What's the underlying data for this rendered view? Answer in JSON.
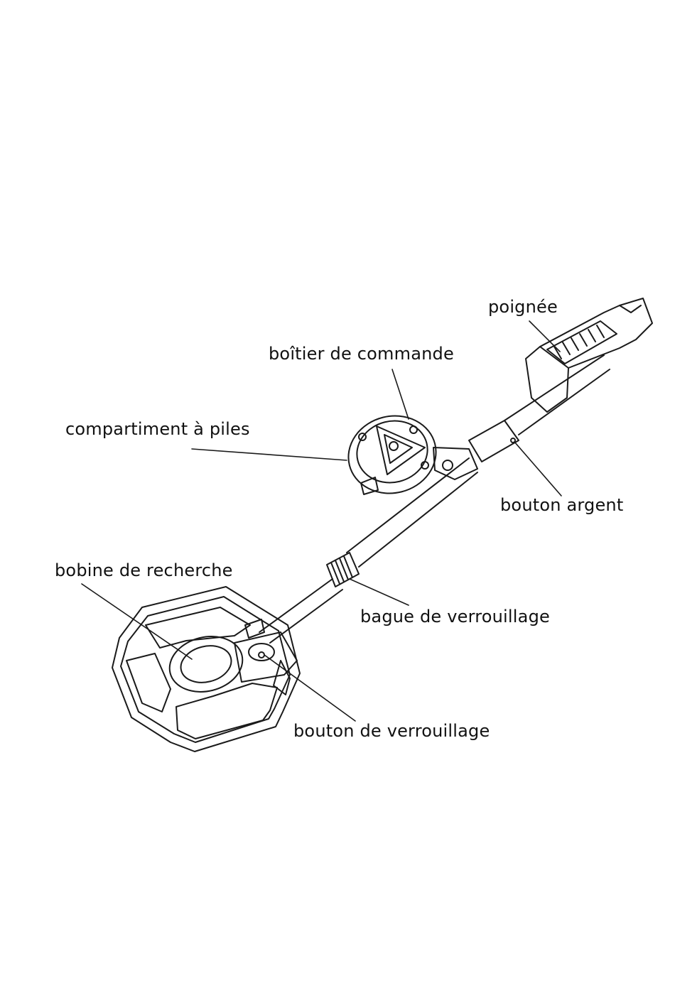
{
  "diagram": {
    "labels": {
      "handle": "poignée",
      "control_box": "boîtier de commande",
      "battery_compartment": "compartiment à piles",
      "silver_button": "bouton argent",
      "search_coil": "bobine de recherche",
      "locking_ring": "bague de verrouillage",
      "locking_button": "bouton de verrouillage"
    }
  }
}
